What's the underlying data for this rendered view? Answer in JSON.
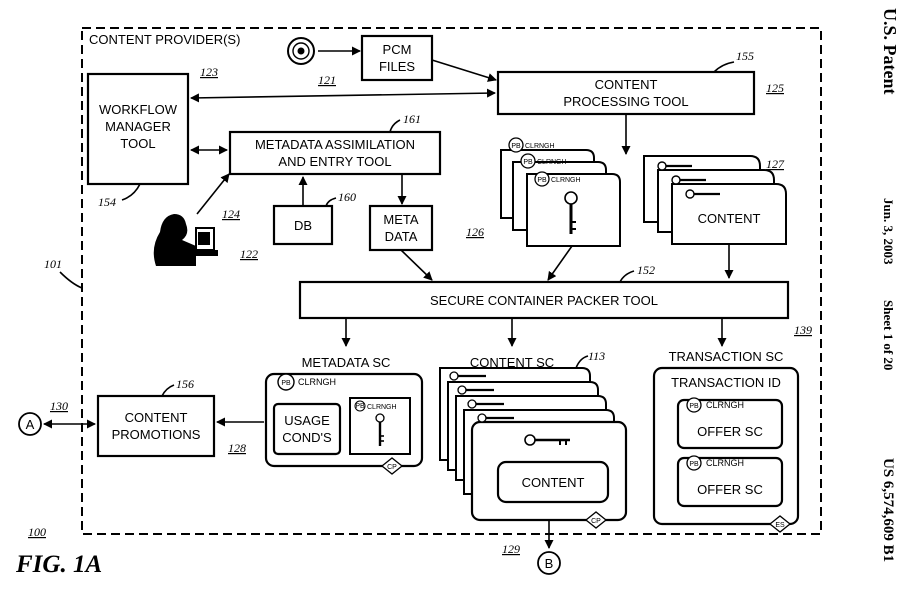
{
  "header": {
    "patent_office": "U.S. Patent",
    "date": "Jun. 3, 2003",
    "sheet": "Sheet 1 of 20",
    "patent_number": "US 6,574,609 B1"
  },
  "figure": {
    "label": "FIG. 1A",
    "ref_100": "100",
    "ref_101": "101"
  },
  "boundary": {
    "title": "CONTENT PROVIDER(S)"
  },
  "nodes": {
    "pcm": {
      "line1": "PCM",
      "line2": "FILES",
      "ref": "121"
    },
    "cpt": {
      "line1": "CONTENT",
      "line2": "PROCESSING TOOL",
      "ref": "125",
      "ref_lead": "155"
    },
    "wmt": {
      "line1": "WORKFLOW",
      "line2": "MANAGER",
      "line3": "TOOL",
      "ref": "123",
      "ref_lead": "154"
    },
    "mae": {
      "line1": "METADATA ASSIMILATION",
      "line2": "AND ENTRY TOOL",
      "ref": "161"
    },
    "db": {
      "label": "DB",
      "ref": "160"
    },
    "operator": {
      "ref": "124",
      "ref2": "122"
    },
    "metadata": {
      "line1": "META",
      "line2": "DATA",
      "ref": "126"
    },
    "keys_stack": {
      "pb": "PB",
      "clr": "CLRNGH"
    },
    "content_stack": {
      "label": "CONTENT",
      "ref": "127"
    },
    "scp": {
      "label": "SECURE CONTAINER PACKER TOOL",
      "ref": "152",
      "ref2": "139"
    },
    "msc": {
      "title": "METADATA SC",
      "pb": "PB",
      "clr": "CLRNGH",
      "usage1": "USAGE",
      "usage2": "COND'S",
      "cp": "CP"
    },
    "csc": {
      "title": "CONTENT SC",
      "ref": "113",
      "label": "CONTENT",
      "cp": "CP",
      "ref_out": "129"
    },
    "tsc": {
      "title": "TRANSACTION SC",
      "tid": "TRANSACTION ID",
      "offer": "OFFER SC",
      "pb": "PB",
      "clr": "CLRNGH",
      "es": "ES"
    },
    "promo": {
      "line1": "CONTENT",
      "line2": "PROMOTIONS",
      "ref": "156",
      "ref2": "128"
    },
    "conn_a": {
      "label": "A",
      "ref": "130"
    },
    "conn_b": {
      "label": "B"
    }
  }
}
